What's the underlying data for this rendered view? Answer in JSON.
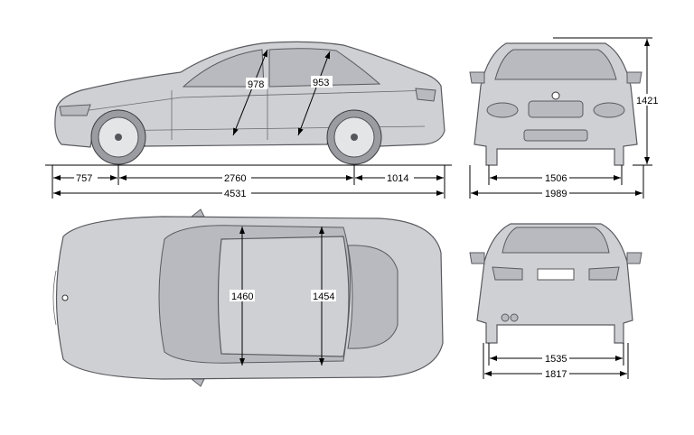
{
  "side_view": {
    "front_overhang": "757",
    "wheelbase": "2760",
    "rear_overhang": "1014",
    "length": "4531",
    "front_headroom": "978",
    "rear_headroom": "953"
  },
  "front_view": {
    "front_track": "1506",
    "width": "1989",
    "height": "1421"
  },
  "top_view": {
    "front_interior_width": "1460",
    "rear_interior_width": "1454"
  },
  "rear_view": {
    "rear_track": "1535",
    "width_no_mirrors": "1817"
  }
}
